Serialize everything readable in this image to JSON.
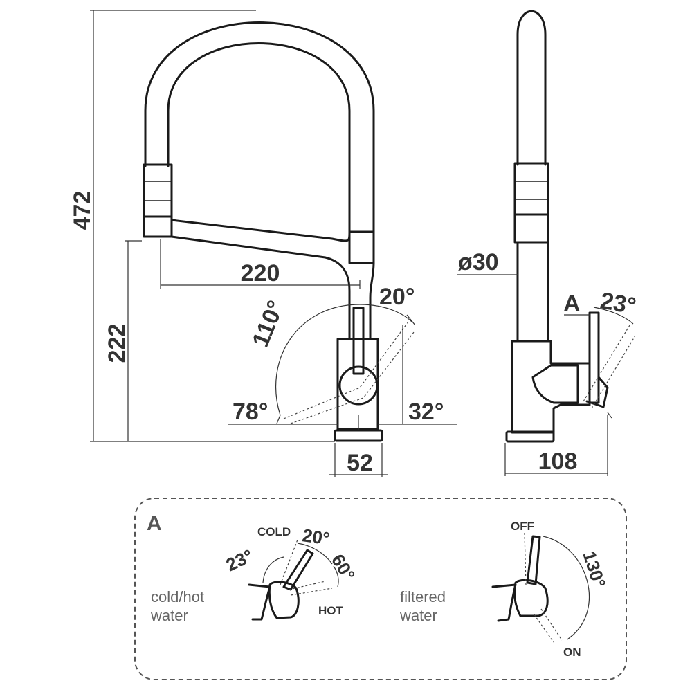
{
  "front_view": {
    "total_height": "472",
    "spout_height": "222",
    "spout_reach": "220",
    "base_diameter": "52",
    "angle_20": "20°",
    "angle_110": "110°",
    "angle_78": "78°",
    "angle_32": "32°"
  },
  "side_view": {
    "hose_diameter": "ø30",
    "depth": "108",
    "detail_marker": "A",
    "angle_23": "23°"
  },
  "detail_a": {
    "title": "A",
    "mixer": {
      "cold_label": "COLD",
      "hot_label": "HOT",
      "angle_23": "23°",
      "angle_20": "20°",
      "angle_60": "60°",
      "caption_line1": "cold/hot",
      "caption_line2": "water"
    },
    "filter": {
      "off_label": "OFF",
      "on_label": "ON",
      "angle_130": "130°",
      "caption_line1": "filtered",
      "caption_line2": "water"
    }
  }
}
